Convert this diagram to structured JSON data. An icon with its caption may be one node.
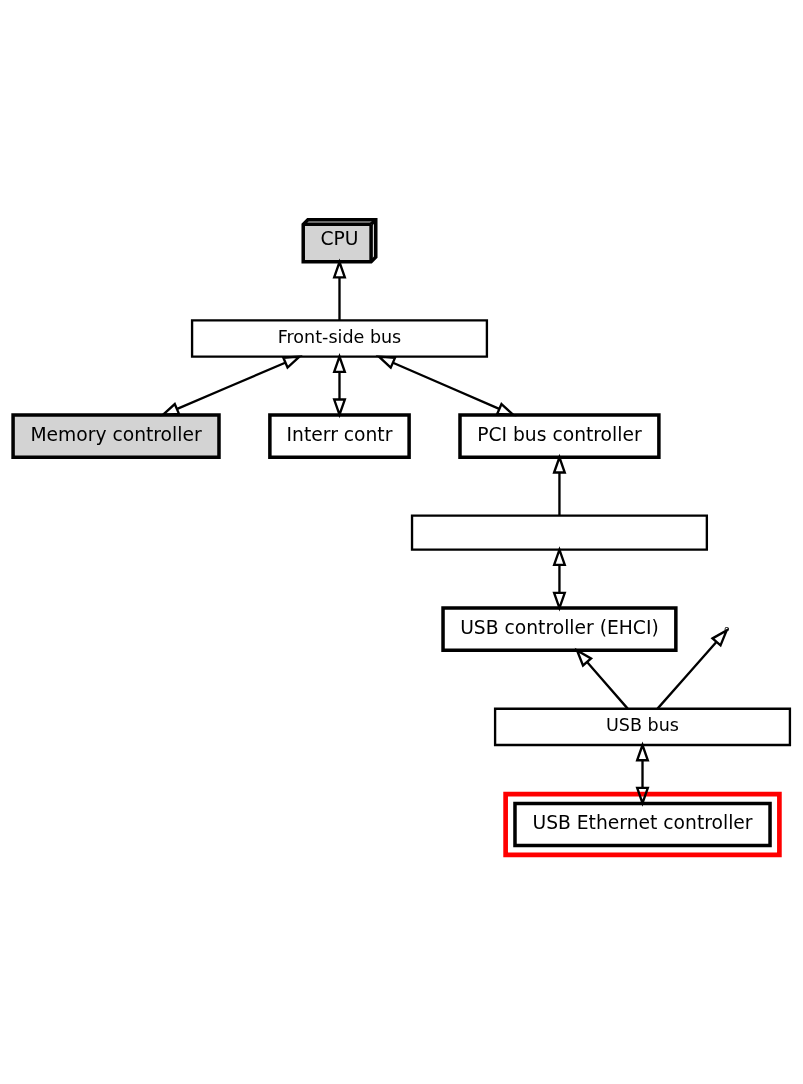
{
  "diagram": {
    "nodes": [
      {
        "text": [
          "Memory controller"
        ]
      },
      {
        "text": [
          "Interr contr"
        ]
      },
      {
        "text": [
          "CPU"
        ]
      },
      {
        "text": [
          "Front-side bus"
        ]
      },
      {
        "text": [
          "PCI bus controller"
        ]
      },
      {
        "text": [],
        "shape": "bar"
      },
      {
        "text": [
          "USB controller (EHCI)"
        ]
      },
      {
        "text": [
          "USB bus"
        ]
      },
      {
        "text": [],
        "shape": "box"
      },
      {
        "text": [
          "USB Ethernet controller"
        ],
        "in": 8
      }
    ],
    "edges": [
      {
        "from": 0,
        "to": 3,
        "arrow": "both"
      },
      {
        "from": 1,
        "to": 3,
        "arrow": "both"
      },
      {
        "from": 3,
        "to": 2,
        "arrow": "to"
      },
      {
        "from": 4,
        "to": 3,
        "arrow": "both"
      },
      {
        "from": 5,
        "to": 4,
        "arrow": "to"
      },
      {
        "from": 6,
        "to": 5,
        "arrow": "both"
      },
      {
        "from": 7,
        "to": 6,
        "arrow": "to"
      },
      {
        "from": 7,
        "to": null,
        "arrow": "to"
      },
      {
        "from": 9,
        "to": 7,
        "arrow": "both"
      }
    ]
  }
}
